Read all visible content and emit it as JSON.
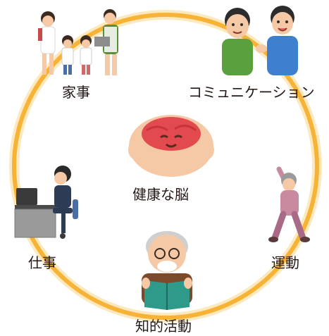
{
  "center": {
    "label": "健康な脳",
    "icon": "brain-icon"
  },
  "activities": [
    {
      "label": "家事",
      "icon": "family-housework-icon"
    },
    {
      "label": "コミュニケーション",
      "icon": "two-people-talking-icon"
    },
    {
      "label": "運動",
      "icon": "elderly-woman-stretching-icon"
    },
    {
      "label": "知的活動",
      "icon": "elderly-man-reading-icon"
    },
    {
      "label": "仕事",
      "icon": "office-worker-at-computer-icon"
    }
  ],
  "colors": {
    "ring": "#f7b336",
    "ring_glow": "#fde7b8",
    "brain": "#e34a4f",
    "skin": "#f6c9a6"
  }
}
